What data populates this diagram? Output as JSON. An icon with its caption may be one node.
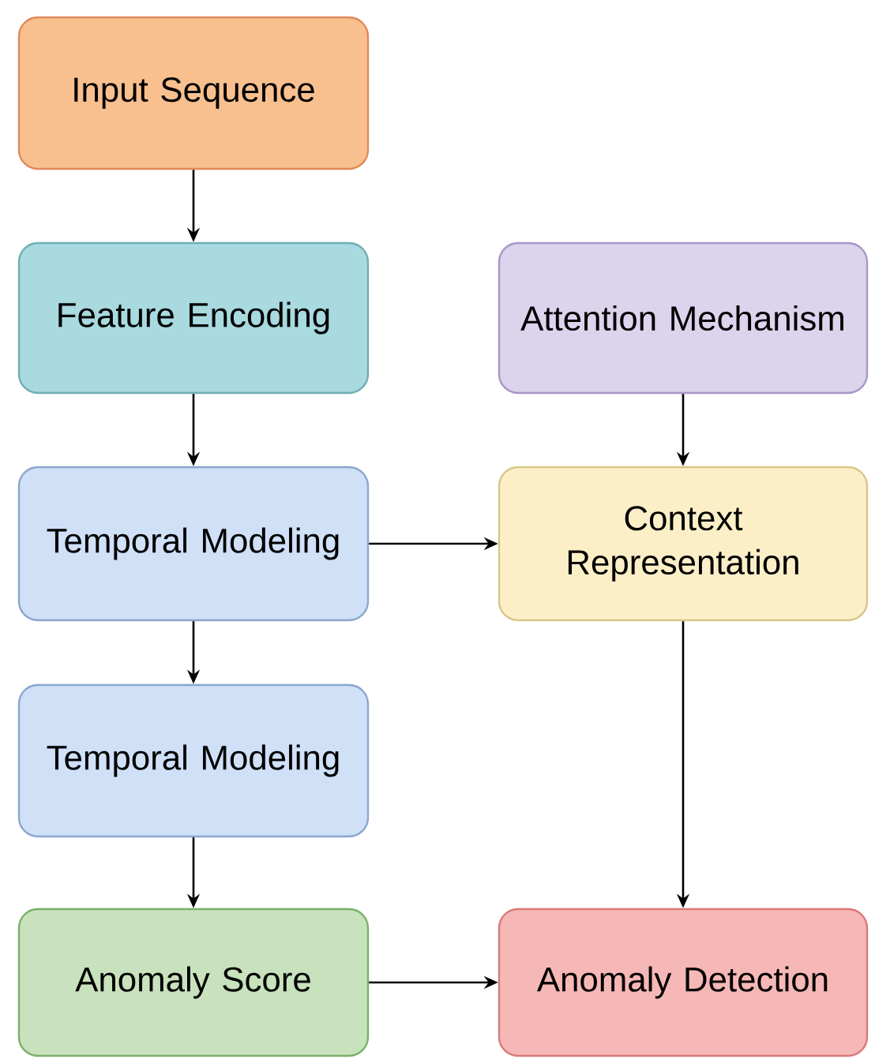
{
  "diagram": {
    "nodes": [
      {
        "text": [
          "Input Sequence"
        ]
      },
      {
        "text": [
          "Feature Encoding"
        ]
      },
      {
        "text": [
          "Temporal Modeling"
        ]
      },
      {
        "text": [
          "Temporal Modeling"
        ]
      },
      {
        "text": [
          "Anomaly Score"
        ]
      },
      {
        "text": [
          "Attention Mechanism"
        ]
      },
      {
        "text": [
          "Context Representation"
        ]
      },
      {
        "text": [
          "Anomaly Detection"
        ]
      }
    ],
    "edges": [
      {
        "from": 0,
        "to": 1,
        "arrow": "to"
      },
      {
        "from": 1,
        "to": 2,
        "arrow": "to"
      },
      {
        "from": 2,
        "to": 3,
        "arrow": "to"
      },
      {
        "from": 3,
        "to": 4,
        "arrow": "to"
      },
      {
        "from": 5,
        "to": 6,
        "arrow": "to"
      },
      {
        "from": 2,
        "to": 6,
        "arrow": "to"
      },
      {
        "from": 6,
        "to": 7,
        "arrow": "to"
      },
      {
        "from": 4,
        "to": 7,
        "arrow": "to"
      }
    ]
  }
}
